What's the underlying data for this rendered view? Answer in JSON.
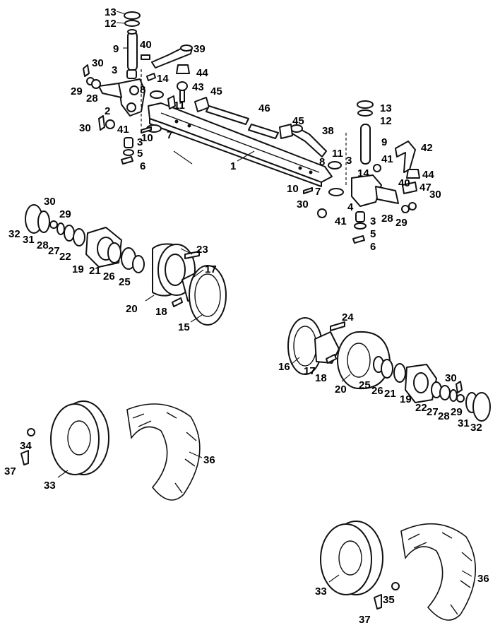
{
  "colors": {
    "ink": "#111111",
    "background": "#ffffff"
  },
  "callouts": {
    "axle": [
      {
        "id": "a13",
        "text": "13"
      },
      {
        "id": "a12",
        "text": "12"
      },
      {
        "id": "a9",
        "text": "9"
      },
      {
        "id": "a40",
        "text": "40"
      },
      {
        "id": "a39",
        "text": "39"
      },
      {
        "id": "a30a",
        "text": "30"
      },
      {
        "id": "a3a",
        "text": "3"
      },
      {
        "id": "a14a",
        "text": "14"
      },
      {
        "id": "a44a",
        "text": "44"
      },
      {
        "id": "a29a",
        "text": "29"
      },
      {
        "id": "a28a",
        "text": "28"
      },
      {
        "id": "a8a",
        "text": "8"
      },
      {
        "id": "a43",
        "text": "43"
      },
      {
        "id": "a45a",
        "text": "45"
      },
      {
        "id": "a11a",
        "text": "11"
      },
      {
        "id": "a2",
        "text": "2"
      },
      {
        "id": "a46",
        "text": "46"
      },
      {
        "id": "a30b",
        "text": "30"
      },
      {
        "id": "a41a",
        "text": "41"
      },
      {
        "id": "a10a",
        "text": "10"
      },
      {
        "id": "a7a",
        "text": "7"
      },
      {
        "id": "a3b",
        "text": "3"
      },
      {
        "id": "a5a",
        "text": "5"
      },
      {
        "id": "a6a",
        "text": "6"
      },
      {
        "id": "a13b",
        "text": "13"
      },
      {
        "id": "a12b",
        "text": "12"
      },
      {
        "id": "a45b",
        "text": "45"
      },
      {
        "id": "a38",
        "text": "38"
      },
      {
        "id": "a9b",
        "text": "9"
      },
      {
        "id": "a42",
        "text": "42"
      },
      {
        "id": "a1",
        "text": "1"
      },
      {
        "id": "a11b",
        "text": "11"
      },
      {
        "id": "a8b",
        "text": "8"
      },
      {
        "id": "a3c",
        "text": "3"
      },
      {
        "id": "a41b",
        "text": "41"
      },
      {
        "id": "a14b",
        "text": "14"
      },
      {
        "id": "a44b",
        "text": "44"
      },
      {
        "id": "a40b",
        "text": "40"
      },
      {
        "id": "a47",
        "text": "47"
      },
      {
        "id": "a10b",
        "text": "10"
      },
      {
        "id": "a7b",
        "text": "7"
      },
      {
        "id": "a4",
        "text": "4"
      },
      {
        "id": "a30c",
        "text": "30"
      },
      {
        "id": "a30d",
        "text": "30"
      },
      {
        "id": "a28b",
        "text": "28"
      },
      {
        "id": "a29b",
        "text": "29"
      },
      {
        "id": "a41c",
        "text": "41"
      },
      {
        "id": "a3d",
        "text": "3"
      },
      {
        "id": "a5b",
        "text": "5"
      },
      {
        "id": "a6b",
        "text": "6"
      }
    ],
    "left_hub": [
      {
        "id": "l30",
        "text": "30"
      },
      {
        "id": "l29",
        "text": "29"
      },
      {
        "id": "l32",
        "text": "32"
      },
      {
        "id": "l31",
        "text": "31"
      },
      {
        "id": "l28",
        "text": "28"
      },
      {
        "id": "l27",
        "text": "27"
      },
      {
        "id": "l22",
        "text": "22"
      },
      {
        "id": "l19",
        "text": "19"
      },
      {
        "id": "l21",
        "text": "21"
      },
      {
        "id": "l26",
        "text": "26"
      },
      {
        "id": "l25",
        "text": "25"
      },
      {
        "id": "l23",
        "text": "23"
      },
      {
        "id": "l17",
        "text": "17"
      },
      {
        "id": "l20",
        "text": "20"
      },
      {
        "id": "l18",
        "text": "18"
      },
      {
        "id": "l15",
        "text": "15"
      }
    ],
    "right_hub": [
      {
        "id": "r24",
        "text": "24"
      },
      {
        "id": "r16",
        "text": "16"
      },
      {
        "id": "r17",
        "text": "17"
      },
      {
        "id": "r18",
        "text": "18"
      },
      {
        "id": "r20",
        "text": "20"
      },
      {
        "id": "r25",
        "text": "25"
      },
      {
        "id": "r26",
        "text": "26"
      },
      {
        "id": "r21",
        "text": "21"
      },
      {
        "id": "r19",
        "text": "19"
      },
      {
        "id": "r30",
        "text": "30"
      },
      {
        "id": "r22",
        "text": "22"
      },
      {
        "id": "r27",
        "text": "27"
      },
      {
        "id": "r28",
        "text": "28"
      },
      {
        "id": "r29",
        "text": "29"
      },
      {
        "id": "r31",
        "text": "31"
      },
      {
        "id": "r32",
        "text": "32"
      }
    ],
    "left_wheel": [
      {
        "id": "w34",
        "text": "34"
      },
      {
        "id": "w37",
        "text": "37"
      },
      {
        "id": "w33",
        "text": "33"
      },
      {
        "id": "w36",
        "text": "36"
      }
    ],
    "right_wheel": [
      {
        "id": "x33",
        "text": "33"
      },
      {
        "id": "x35",
        "text": "35"
      },
      {
        "id": "x36",
        "text": "36"
      },
      {
        "id": "x37",
        "text": "37"
      }
    ]
  }
}
